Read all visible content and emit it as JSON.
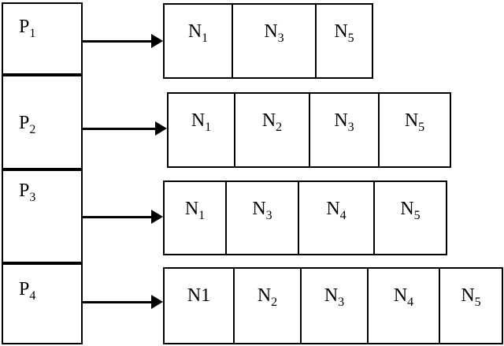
{
  "colors": {
    "border": "#000000",
    "background": "#ffffff",
    "text": "#000000"
  },
  "diagram": {
    "description": "Processor-to-node allocation diagram: four processor boxes each point with an arrow to a row of node boxes",
    "processors": [
      {
        "label": {
          "base": "P",
          "sub": "1"
        },
        "nodes": [
          {
            "base": "N",
            "sub": "1"
          },
          {
            "base": "N",
            "sub": "3"
          },
          {
            "base": "N",
            "sub": "5"
          }
        ]
      },
      {
        "label": {
          "base": "P",
          "sub": "2"
        },
        "nodes": [
          {
            "base": "N",
            "sub": "1"
          },
          {
            "base": "N",
            "sub": "2"
          },
          {
            "base": "N",
            "sub": "3"
          },
          {
            "base": "N",
            "sub": "5"
          }
        ]
      },
      {
        "label": {
          "base": "P",
          "sub": "3"
        },
        "nodes": [
          {
            "base": "N",
            "sub": "1"
          },
          {
            "base": "N",
            "sub": "3"
          },
          {
            "base": "N",
            "sub": "4"
          },
          {
            "base": "N",
            "sub": "5"
          }
        ]
      },
      {
        "label": {
          "base": "P",
          "sub": "4"
        },
        "nodes": [
          {
            "base": "N1",
            "sub": ""
          },
          {
            "base": "N",
            "sub": "2"
          },
          {
            "base": "N",
            "sub": "3"
          },
          {
            "base": "N",
            "sub": "4"
          },
          {
            "base": "N",
            "sub": "5"
          }
        ]
      }
    ]
  }
}
